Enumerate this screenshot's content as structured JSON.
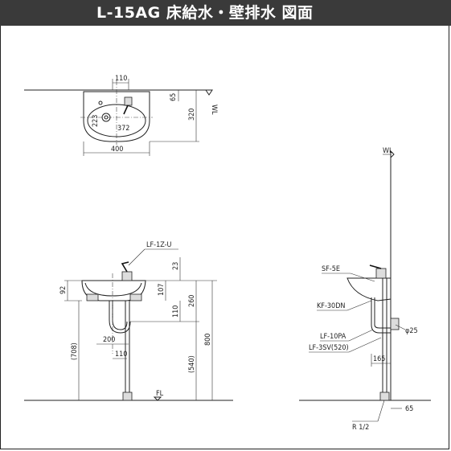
{
  "title": "L-15AG 床給水・壁排水 図面",
  "top_view": {
    "dim_width": "400",
    "dim_110": "110",
    "dim_372": "372",
    "dim_223": "223",
    "dim_65": "65",
    "dim_320": "320",
    "label_wl": "WL"
  },
  "front_view": {
    "part_faucet": "LF-1Z-U",
    "dim_92": "92",
    "dim_23": "23",
    "dim_107": "107",
    "dim_260": "260",
    "dim_110_side": "110",
    "dim_200": "200",
    "dim_110_bottom": "110",
    "dim_708": "(708)",
    "dim_540": "(540)",
    "dim_800": "800",
    "label_fl": "FL"
  },
  "side_view": {
    "label_wl": "WL",
    "part_sf": "SF-5E",
    "part_kf": "KF-30DN",
    "part_lf10": "LF-10PA",
    "part_lf3sv": "LF-3SV(520)",
    "dim_165": "165",
    "dim_65": "65",
    "dim_phi25": "φ25",
    "label_r12": "R 1/2"
  }
}
